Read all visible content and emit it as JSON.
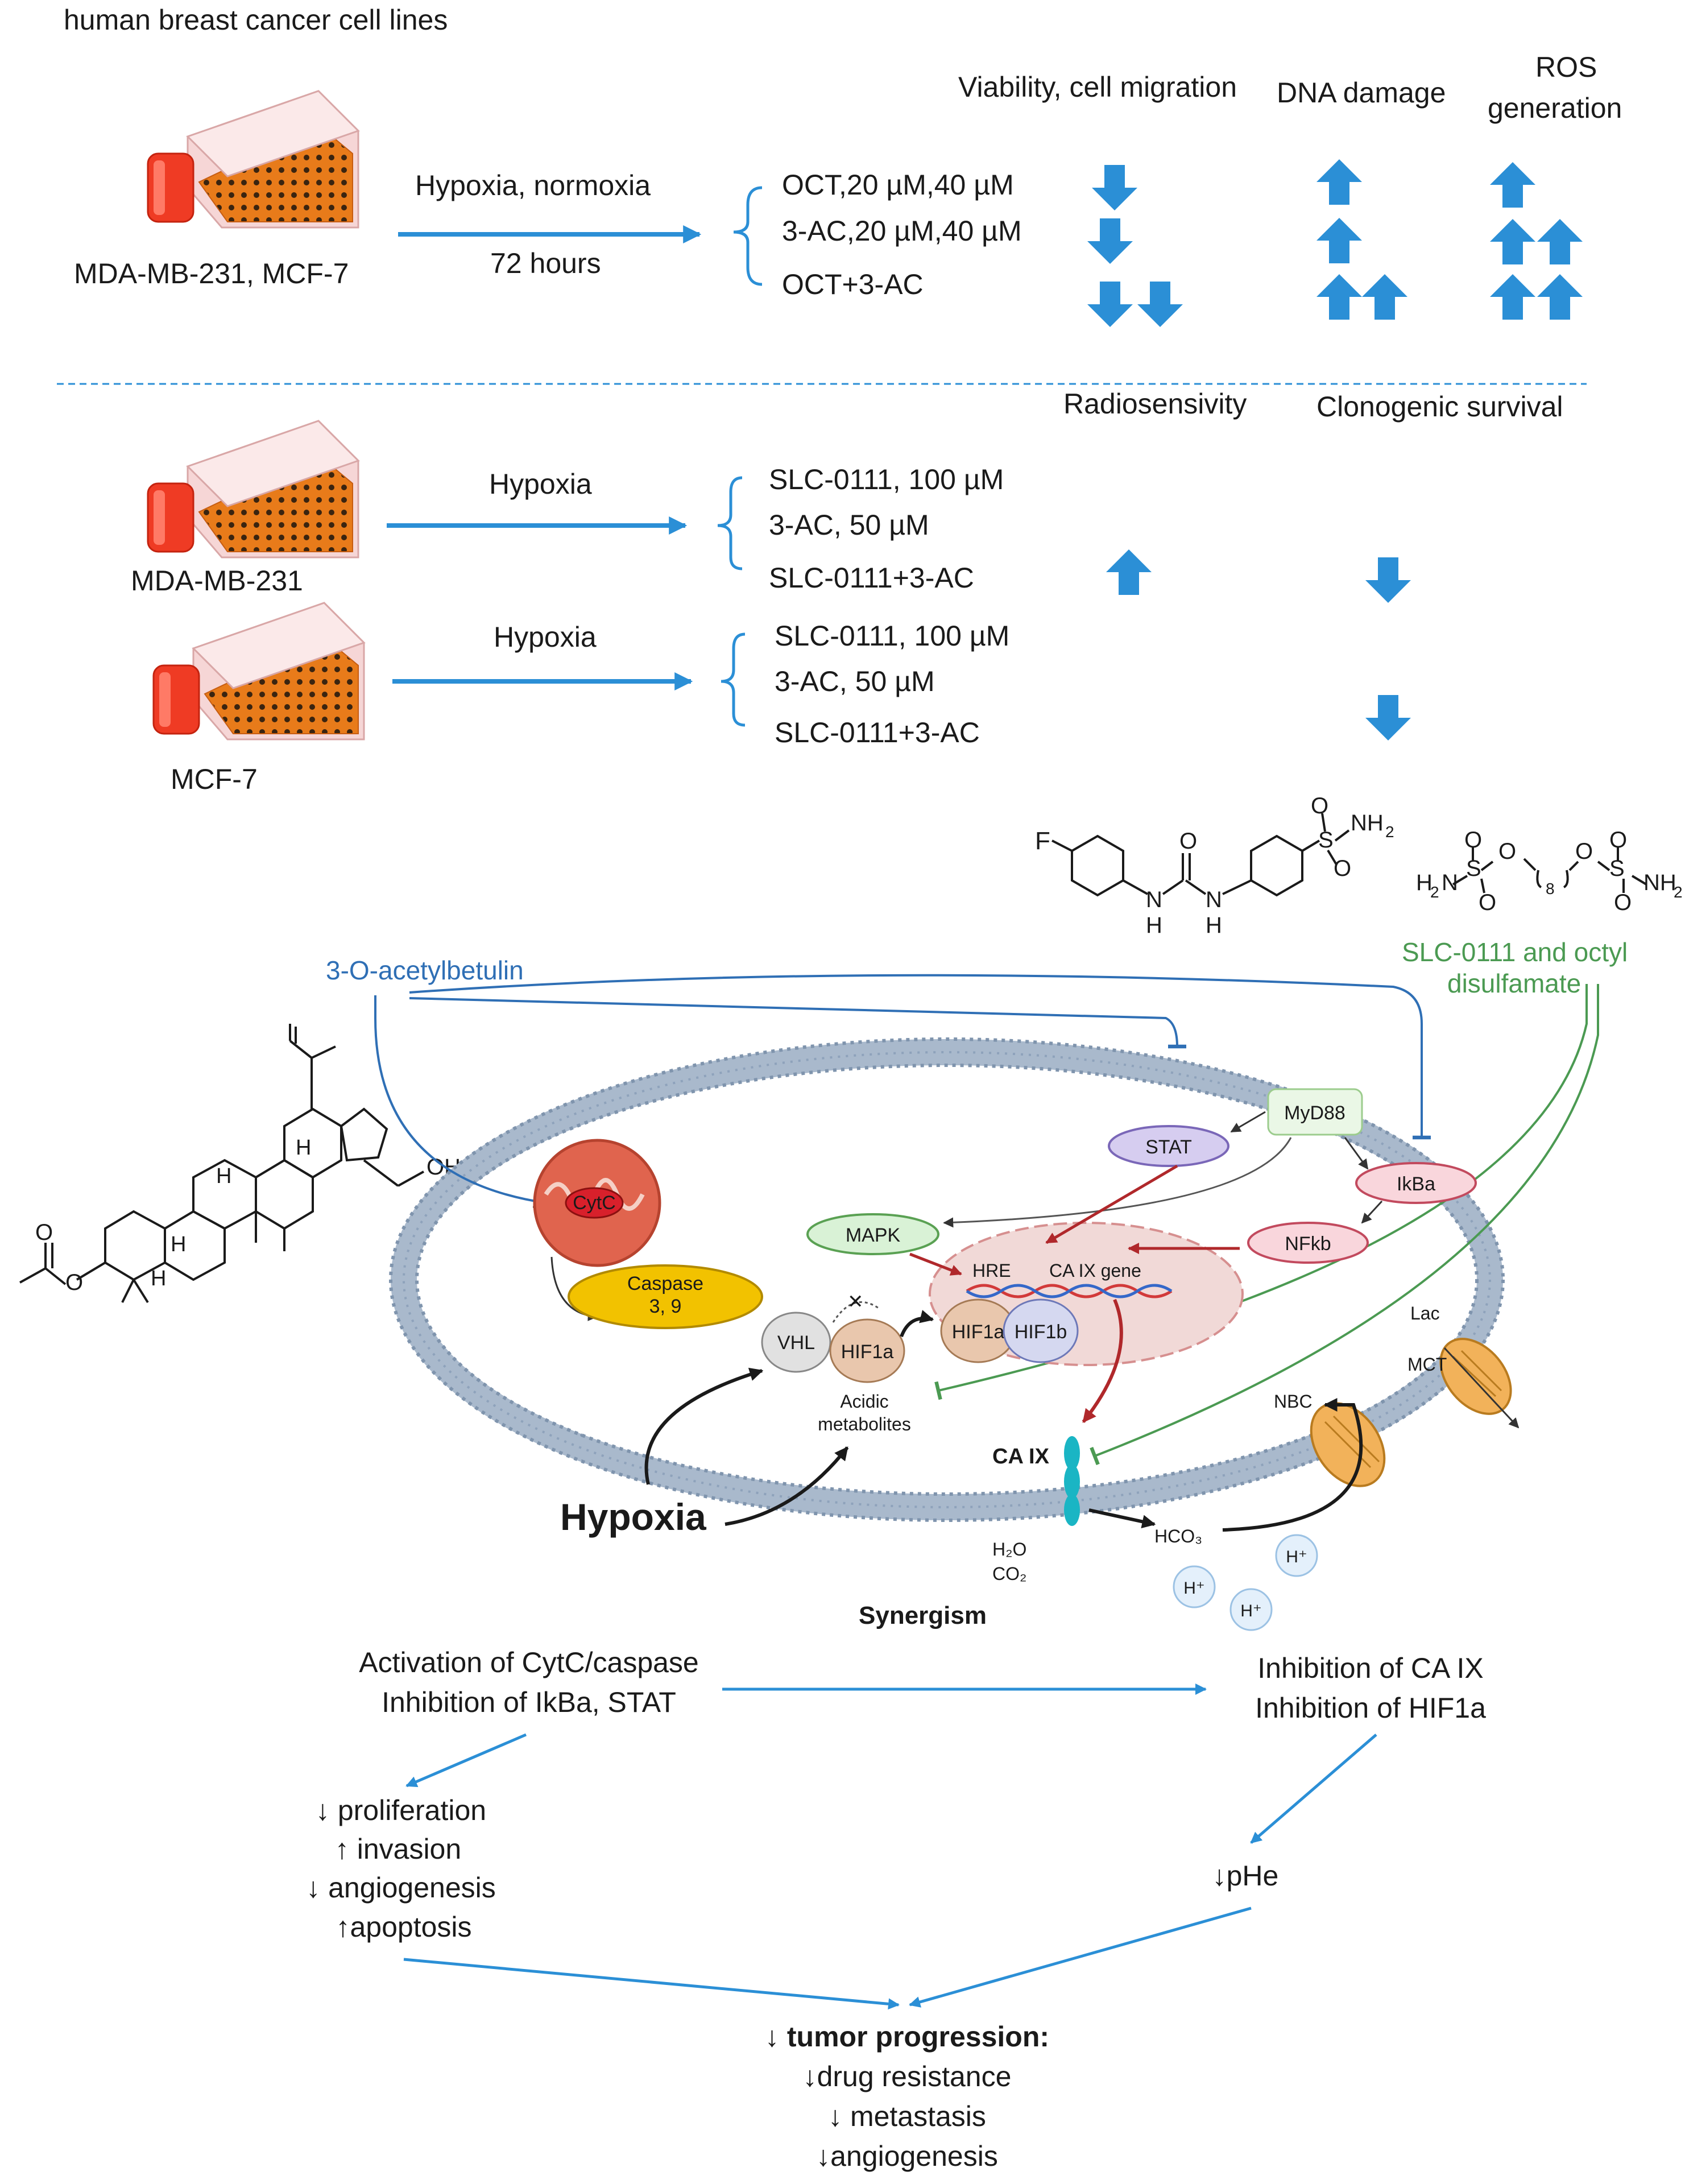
{
  "header": {
    "title": "human breast cancer cell lines"
  },
  "section1": {
    "cell_label": "MDA-MB-231, MCF-7",
    "condition": "Hypoxia, normoxia",
    "duration": "72 hours",
    "treatments": [
      "OCT,20 µM,40 µM",
      "3-AC,20 µM,40 µM",
      "OCT+3-AC"
    ],
    "readouts": [
      "Viability, cell migration",
      "DNA damage",
      "ROS",
      "generation"
    ]
  },
  "section2": {
    "readouts": [
      "Radiosensivity",
      "Clonogenic survival"
    ],
    "line1": {
      "cell_label": "MDA-MB-231",
      "condition": "Hypoxia",
      "treatments": [
        "SLC-0111, 100 µM",
        "3-AC, 50 µM",
        "SLC-0111+3-AC"
      ]
    },
    "line2": {
      "cell_label": "MCF-7",
      "condition": "Hypoxia",
      "treatments": [
        "SLC-0111, 100 µM",
        "3-AC, 50 µM",
        "SLC-0111+3-AC"
      ]
    }
  },
  "chemistry": {
    "betulin_label": "3-O-acetylbetulin",
    "inhibitor_label_1": "SLC-0111 and octyl",
    "inhibitor_label_2": "disulfamate",
    "atoms": {
      "F": "F",
      "NH2": "NH",
      "N": "N",
      "H": "H",
      "O": "O",
      "S": "S",
      "OH": "OH",
      "sub2": "2",
      "sub8": "8"
    }
  },
  "cell": {
    "labels": {
      "stat": "STAT",
      "myd88": "MyD88",
      "ikba": "IkBa",
      "nfkb": "NFkb",
      "mapk": "MAPK",
      "cytc": "CytC",
      "caspase1": "Caspase",
      "caspase2": "3, 9",
      "hre": "HRE",
      "caix_gene": "CA IX gene",
      "vhl": "VHL",
      "hif1a": "HIF1a",
      "hif1b": "HIF1b",
      "acidic1": "Acidic",
      "acidic2": "metabolites",
      "caix": "CA IX",
      "lac": "Lac",
      "mct": "MCT",
      "nbc": "NBC",
      "hypoxia": "Hypoxia",
      "h2o": "H₂O",
      "co2": "CO₂",
      "hco3": "HCO₃",
      "hplus": "H⁺",
      "synergism": "Synergism"
    }
  },
  "summary": {
    "left_top": [
      "Activation of CytC/caspase",
      "Inhibition of IkBa, STAT"
    ],
    "right_top": [
      "Inhibition of CA IX",
      "Inhibition of HIF1a"
    ],
    "left_effects": [
      "↓ proliferation",
      "↑ invasion",
      "↓ angiogenesis",
      "↑apoptosis"
    ],
    "right_effect": "↓pHe",
    "final_title": "↓ tumor progression:",
    "final_items": [
      "↓drug resistance",
      "↓ metastasis",
      "↓angiogenesis"
    ]
  },
  "colors": {
    "accent_blue": "#2b8fd6",
    "betulin_blue": "#2f6fb5",
    "inhibitor_green": "#4b9a52",
    "red_arrow": "#b0282b",
    "membrane": "#a9b9cc",
    "nucleus": "#f1d9d7"
  },
  "icons": [
    "culture-flask-icon",
    "up-arrow-icon",
    "down-arrow-icon",
    "bracket-icon"
  ]
}
